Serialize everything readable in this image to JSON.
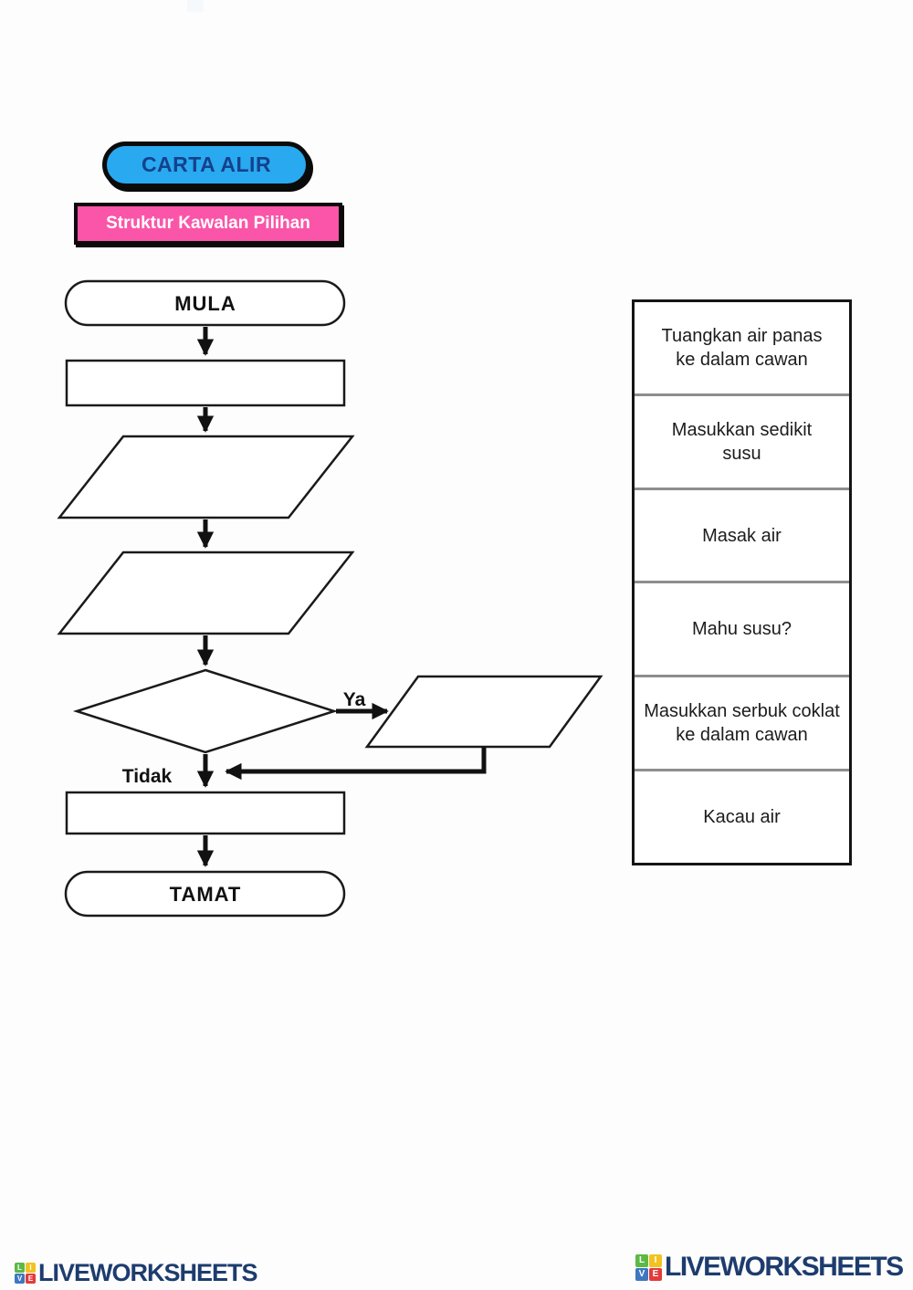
{
  "header": {
    "title": "CARTA ALIR",
    "title_bg": "#29A9F0",
    "title_text_color": "#15418C",
    "subtitle": "Struktur Kawalan Pilihan",
    "subtitle_bg": "#FA55A8",
    "subtitle_text_color": "#FFFFFF"
  },
  "flowchart": {
    "start_label": "MULA",
    "end_label": "TAMAT",
    "branch_yes_label": "Ya",
    "branch_no_label": "Tidak"
  },
  "answer_bank": {
    "items": [
      {
        "lines": [
          "Tuangkan air panas",
          "ke dalam cawan"
        ]
      },
      {
        "lines": [
          "Masukkan sedikit",
          "susu"
        ]
      },
      {
        "lines": [
          "Masak air"
        ]
      },
      {
        "lines": [
          "Mahu susu?"
        ]
      },
      {
        "lines": [
          "Masukkan serbuk coklat",
          "ke dalam cawan"
        ]
      },
      {
        "lines": [
          "Kacau air"
        ]
      }
    ]
  },
  "footer": {
    "logo_text": "LIVEWORKSHEETS",
    "logo_tiles": [
      {
        "letter": "L",
        "color": "#5CB946"
      },
      {
        "letter": "I",
        "color": "#F2C320"
      },
      {
        "letter": "V",
        "color": "#3E77C0"
      },
      {
        "letter": "E",
        "color": "#E23B3B"
      }
    ]
  }
}
